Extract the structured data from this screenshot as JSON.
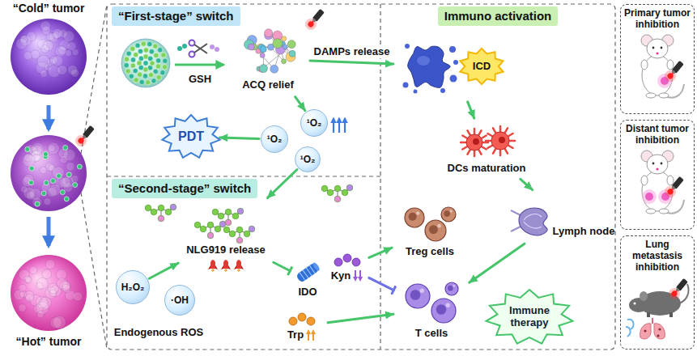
{
  "diagram": {
    "nodes": [
      {
        "text": [
          "“Cold” tumor"
        ]
      },
      {
        "text": [
          "“Hot” tumor"
        ]
      },
      {
        "text": [
          "“First-stage” switch"
        ]
      },
      {
        "text": [
          "ACQ relief"
        ],
        "in": 2
      },
      {
        "text": [
          "¹O₂"
        ],
        "in": 2
      },
      {
        "text": [
          "¹O₂"
        ],
        "in": 2
      },
      {
        "text": [
          "¹O₂"
        ],
        "in": 2
      },
      {
        "text": [
          "PDT"
        ],
        "in": 2
      },
      {
        "text": [
          "“Second-stage” switch"
        ]
      },
      {
        "text": [
          "NLG919 release"
        ],
        "in": 8
      },
      {
        "text": [
          "H₂O₂"
        ],
        "in": 8
      },
      {
        "text": [
          "·OH"
        ],
        "in": 8
      },
      {
        "text": [
          "IDO"
        ],
        "in": 8
      },
      {
        "text": [
          "Kyn"
        ],
        "in": 8
      },
      {
        "text": [
          "Trp"
        ],
        "in": 8
      },
      {
        "text": [
          "Immuno activation"
        ]
      },
      {
        "text": [
          "ICD"
        ],
        "in": 15
      },
      {
        "text": [
          "DCs maturation"
        ],
        "in": 15
      },
      {
        "text": [
          "Treg cells"
        ],
        "in": 15
      },
      {
        "text": [
          "Lymph node"
        ],
        "in": 15
      },
      {
        "text": [
          "T cells"
        ],
        "in": 15
      },
      {
        "text": [
          "Immune therapy"
        ],
        "in": 15
      },
      {
        "text": [
          "Primary tumor inhibition"
        ]
      },
      {
        "text": [
          "Distant tumor inhibition"
        ]
      },
      {
        "text": [
          "Lung metastasis inhibition"
        ]
      }
    ],
    "edges": [
      {
        "from": 3,
        "to": 4,
        "arrow": "to"
      },
      {
        "from": 5,
        "to": 7,
        "arrow": "to"
      },
      {
        "from": 3,
        "to": 16,
        "label": "DAMPs release",
        "arrow": "to"
      },
      {
        "from": 6,
        "to": 9,
        "arrow": "to"
      },
      {
        "from": 10,
        "to": 9,
        "arrow": "to"
      },
      {
        "from": 9,
        "to": 12,
        "arrow": "to"
      },
      {
        "from": 13,
        "to": 18,
        "arrow": "to"
      },
      {
        "from": 13,
        "to": 20,
        "arrow": "to"
      },
      {
        "from": 14,
        "to": 20,
        "arrow": "to"
      },
      {
        "from": 16,
        "to": 17,
        "arrow": "to"
      },
      {
        "from": 17,
        "to": 19,
        "arrow": "to"
      },
      {
        "from": 19,
        "to": 20,
        "arrow": "to"
      }
    ],
    "labels": [
      "GSH",
      "Endogenous ROS"
    ]
  }
}
